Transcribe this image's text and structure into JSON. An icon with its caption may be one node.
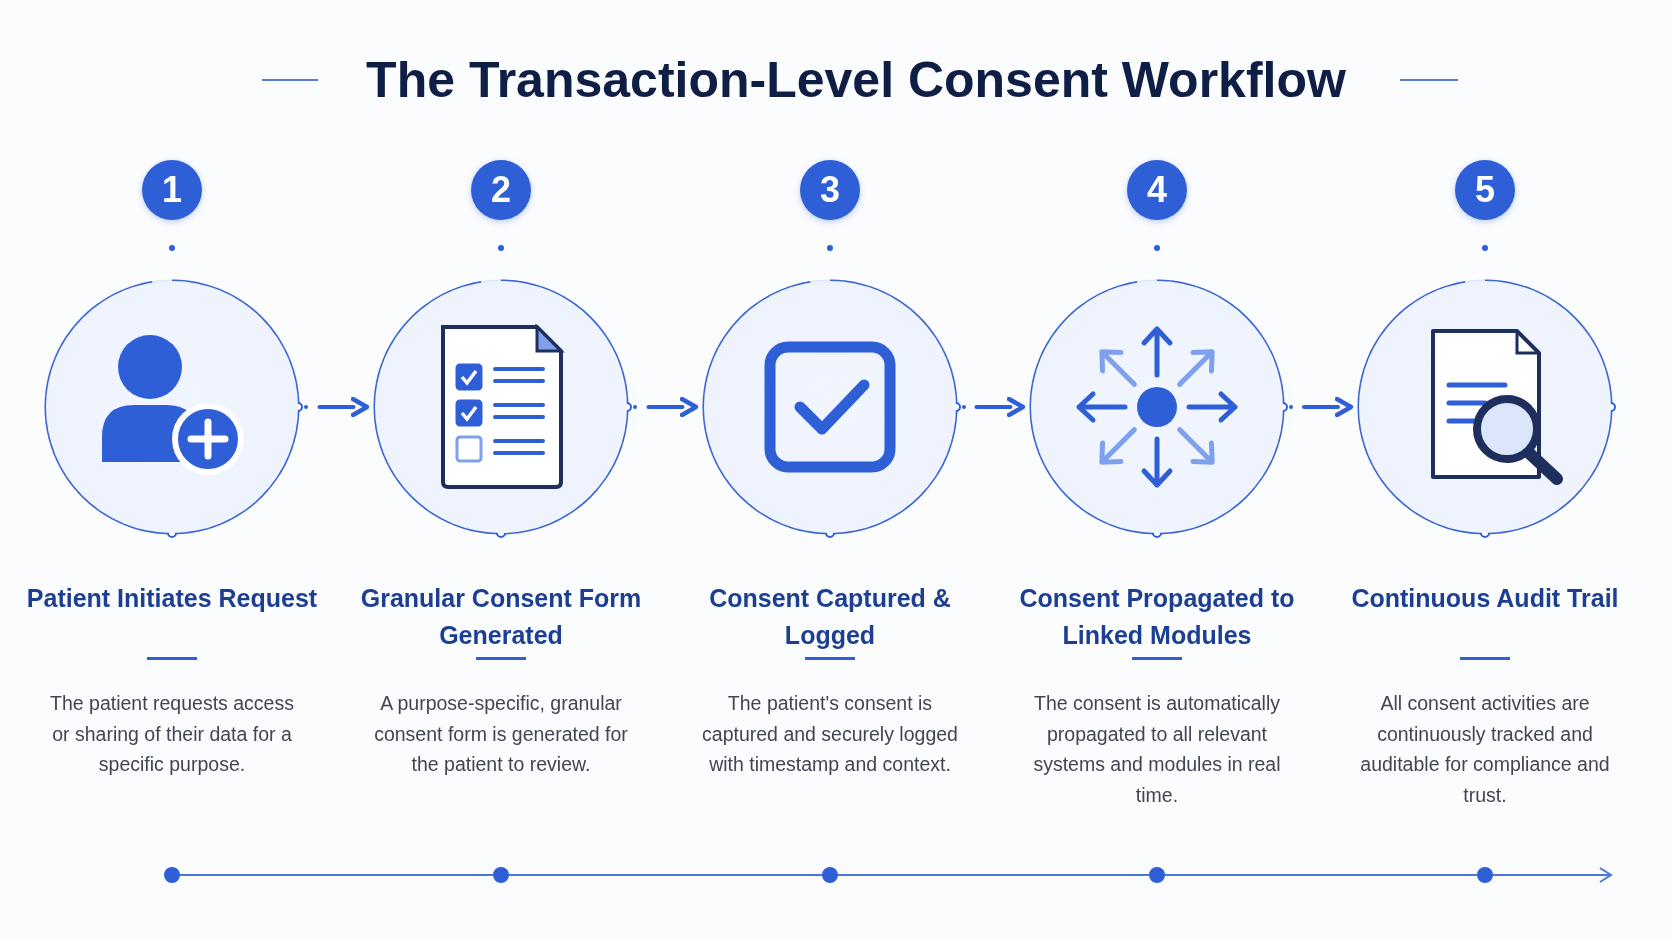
{
  "diagram": {
    "title": "The Transaction-Level Consent Workflow",
    "nodes": [
      {
        "text": [
          "1"
        ]
      },
      {
        "text": [],
        "shape": "circle",
        "beside": [
          "Patient Initiates Request"
        ]
      },
      {
        "text": [
          "2"
        ]
      },
      {
        "text": [],
        "shape": "circle",
        "beside": [
          "Granular Consent Form Generated"
        ]
      },
      {
        "text": [
          "3"
        ]
      },
      {
        "text": [],
        "shape": "circle",
        "beside": [
          "Consent Captured & Logged"
        ]
      },
      {
        "text": [
          "4"
        ]
      },
      {
        "text": [],
        "shape": "circle",
        "beside": [
          "Consent Propagated to Linked Modules"
        ]
      },
      {
        "text": [
          "5"
        ]
      },
      {
        "text": [],
        "shape": "circle",
        "beside": [
          "Continuous Audit Trail"
        ]
      }
    ],
    "labels": [
      "The patient requests access or sharing of their data for a specific purpose.",
      "A purpose-specific, granular consent form is generated for the patient to review.",
      "The patient's consent is captured and securely logged with timestamp and context.",
      "The consent is automatically propagated to all relevant systems and modules in real time.",
      "All consent activities are continuously tracked and auditable for compliance and trust."
    ],
    "edges": [
      {
        "from": 1,
        "to": 3,
        "arrow": "to"
      },
      {
        "from": 3,
        "to": 5,
        "arrow": "to"
      },
      {
        "from": 5,
        "to": 7,
        "arrow": "to"
      },
      {
        "from": 7,
        "to": 9,
        "arrow": "to"
      }
    ]
  }
}
